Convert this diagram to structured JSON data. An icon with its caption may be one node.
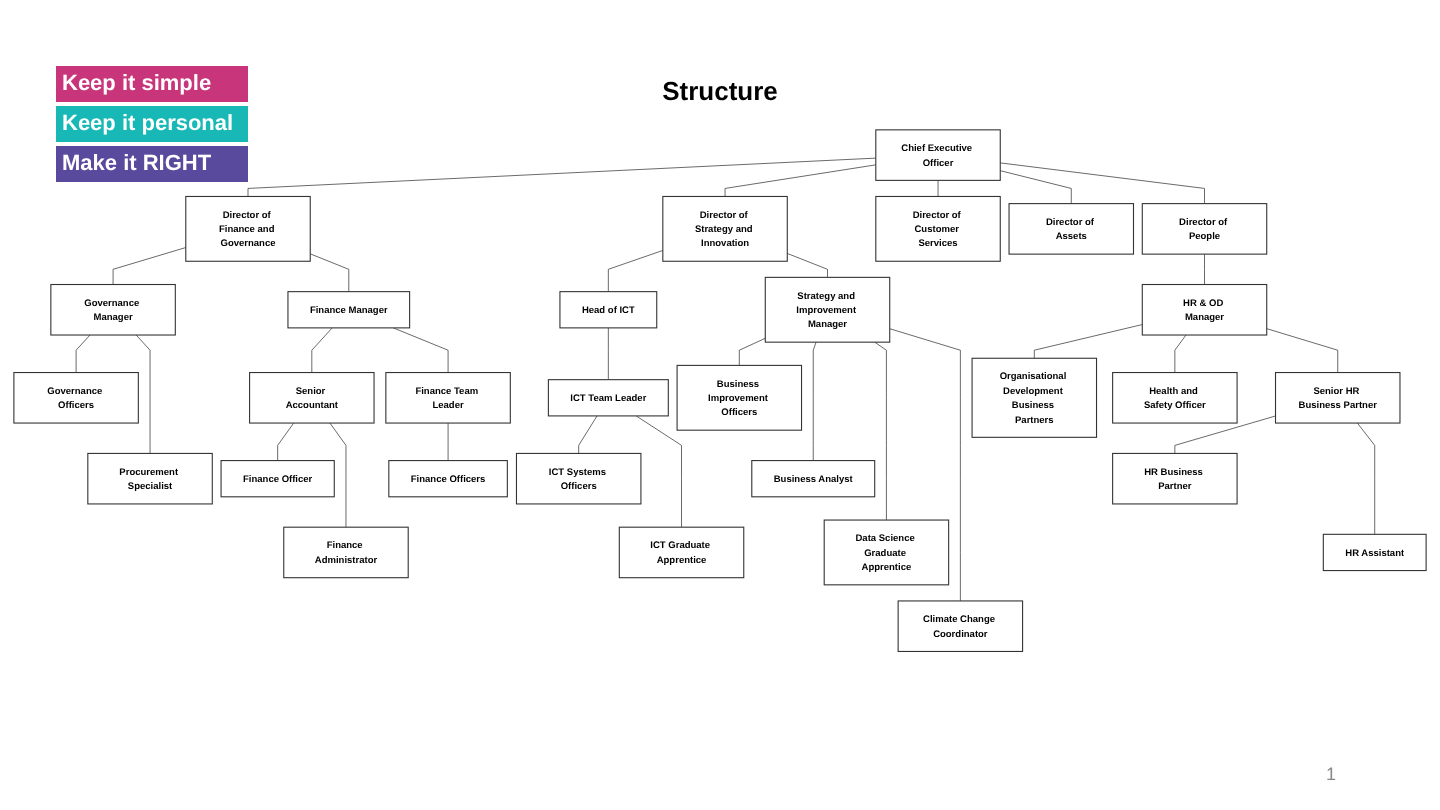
{
  "diagram": {
    "title": "Structure",
    "nodes": [
      {
        "text": [
          "Chief Executive Officer"
        ]
      },
      {
        "text": [
          "Director of Finance and Governance"
        ]
      },
      {
        "text": [
          "Director of Strategy and Innovation"
        ]
      },
      {
        "text": [
          "Director of Customer Services"
        ]
      },
      {
        "text": [
          "Director of Assets"
        ]
      },
      {
        "text": [
          "Director of People"
        ]
      },
      {
        "text": [
          "Governance Manager"
        ]
      },
      {
        "text": [
          "Finance Manager"
        ]
      },
      {
        "text": [
          "Head of ICT"
        ]
      },
      {
        "text": [
          "Strategy and Improvement Manager"
        ]
      },
      {
        "text": [
          "HR & OD Manager"
        ]
      },
      {
        "text": [
          "Governance Officers"
        ]
      },
      {
        "text": [
          "Senior Accountant"
        ]
      },
      {
        "text": [
          "Finance Team Leader"
        ]
      },
      {
        "text": [
          "ICT Team Leader"
        ]
      },
      {
        "text": [
          "Business Improvement Officers"
        ]
      },
      {
        "text": [
          "Organisational Development Business Partners"
        ]
      },
      {
        "text": [
          "Health and Safety Officer"
        ]
      },
      {
        "text": [
          "Senior HR Business Partner"
        ]
      },
      {
        "text": [
          "Finance Officers"
        ]
      },
      {
        "text": [
          "ICT Systems Officers"
        ]
      },
      {
        "text": [
          "Business Analyst"
        ]
      },
      {
        "text": [
          "HR Business Partner"
        ]
      },
      {
        "text": [
          "Finance Officer"
        ]
      },
      {
        "text": [
          "Procurement Specialist"
        ]
      },
      {
        "text": [
          "ICT Graduate Apprentice"
        ]
      },
      {
        "text": [
          "Data Science Graduate Apprentice"
        ]
      },
      {
        "text": [
          "Finance Administrator"
        ]
      },
      {
        "text": [
          "Climate Change Coordinator"
        ]
      },
      {
        "text": [
          "HR Assistant"
        ]
      }
    ],
    "edges": [
      {
        "from": 0,
        "to": 1,
        "arrow": "none"
      },
      {
        "from": 0,
        "to": 2,
        "arrow": "none"
      },
      {
        "from": 0,
        "to": 3,
        "arrow": "none"
      },
      {
        "from": 0,
        "to": 4,
        "arrow": "none"
      },
      {
        "from": 0,
        "to": 5,
        "arrow": "none"
      },
      {
        "from": 1,
        "to": 6,
        "arrow": "none"
      },
      {
        "from": 1,
        "to": 7,
        "arrow": "none"
      },
      {
        "from": 2,
        "to": 8,
        "arrow": "none"
      },
      {
        "from": 2,
        "to": 9,
        "arrow": "none"
      },
      {
        "from": 5,
        "to": 10,
        "arrow": "none"
      },
      {
        "from": 6,
        "to": 11,
        "arrow": "none"
      },
      {
        "from": 6,
        "to": 24,
        "arrow": "none"
      },
      {
        "from": 7,
        "to": 12,
        "arrow": "none"
      },
      {
        "from": 7,
        "to": 13,
        "arrow": "none"
      },
      {
        "from": 12,
        "to": 23,
        "arrow": "none"
      },
      {
        "from": 12,
        "to": 27,
        "arrow": "none"
      },
      {
        "from": 13,
        "to": 19,
        "arrow": "none"
      },
      {
        "from": 8,
        "to": 14,
        "arrow": "none"
      },
      {
        "from": 14,
        "to": 20,
        "arrow": "none"
      },
      {
        "from": 14,
        "to": 25,
        "arrow": "none"
      },
      {
        "from": 9,
        "to": 15,
        "arrow": "none"
      },
      {
        "from": 9,
        "to": 21,
        "arrow": "none"
      },
      {
        "from": 9,
        "to": 26,
        "arrow": "none"
      },
      {
        "from": 9,
        "to": 28,
        "arrow": "none"
      },
      {
        "from": 10,
        "to": 16,
        "arrow": "none"
      },
      {
        "from": 10,
        "to": 17,
        "arrow": "none"
      },
      {
        "from": 10,
        "to": 18,
        "arrow": "none"
      },
      {
        "from": 18,
        "to": 22,
        "arrow": "none"
      },
      {
        "from": 18,
        "to": 29,
        "arrow": "none"
      }
    ],
    "labels": [
      "Keep it simple",
      "Keep it personal",
      "Make it RIGHT",
      "1"
    ]
  }
}
